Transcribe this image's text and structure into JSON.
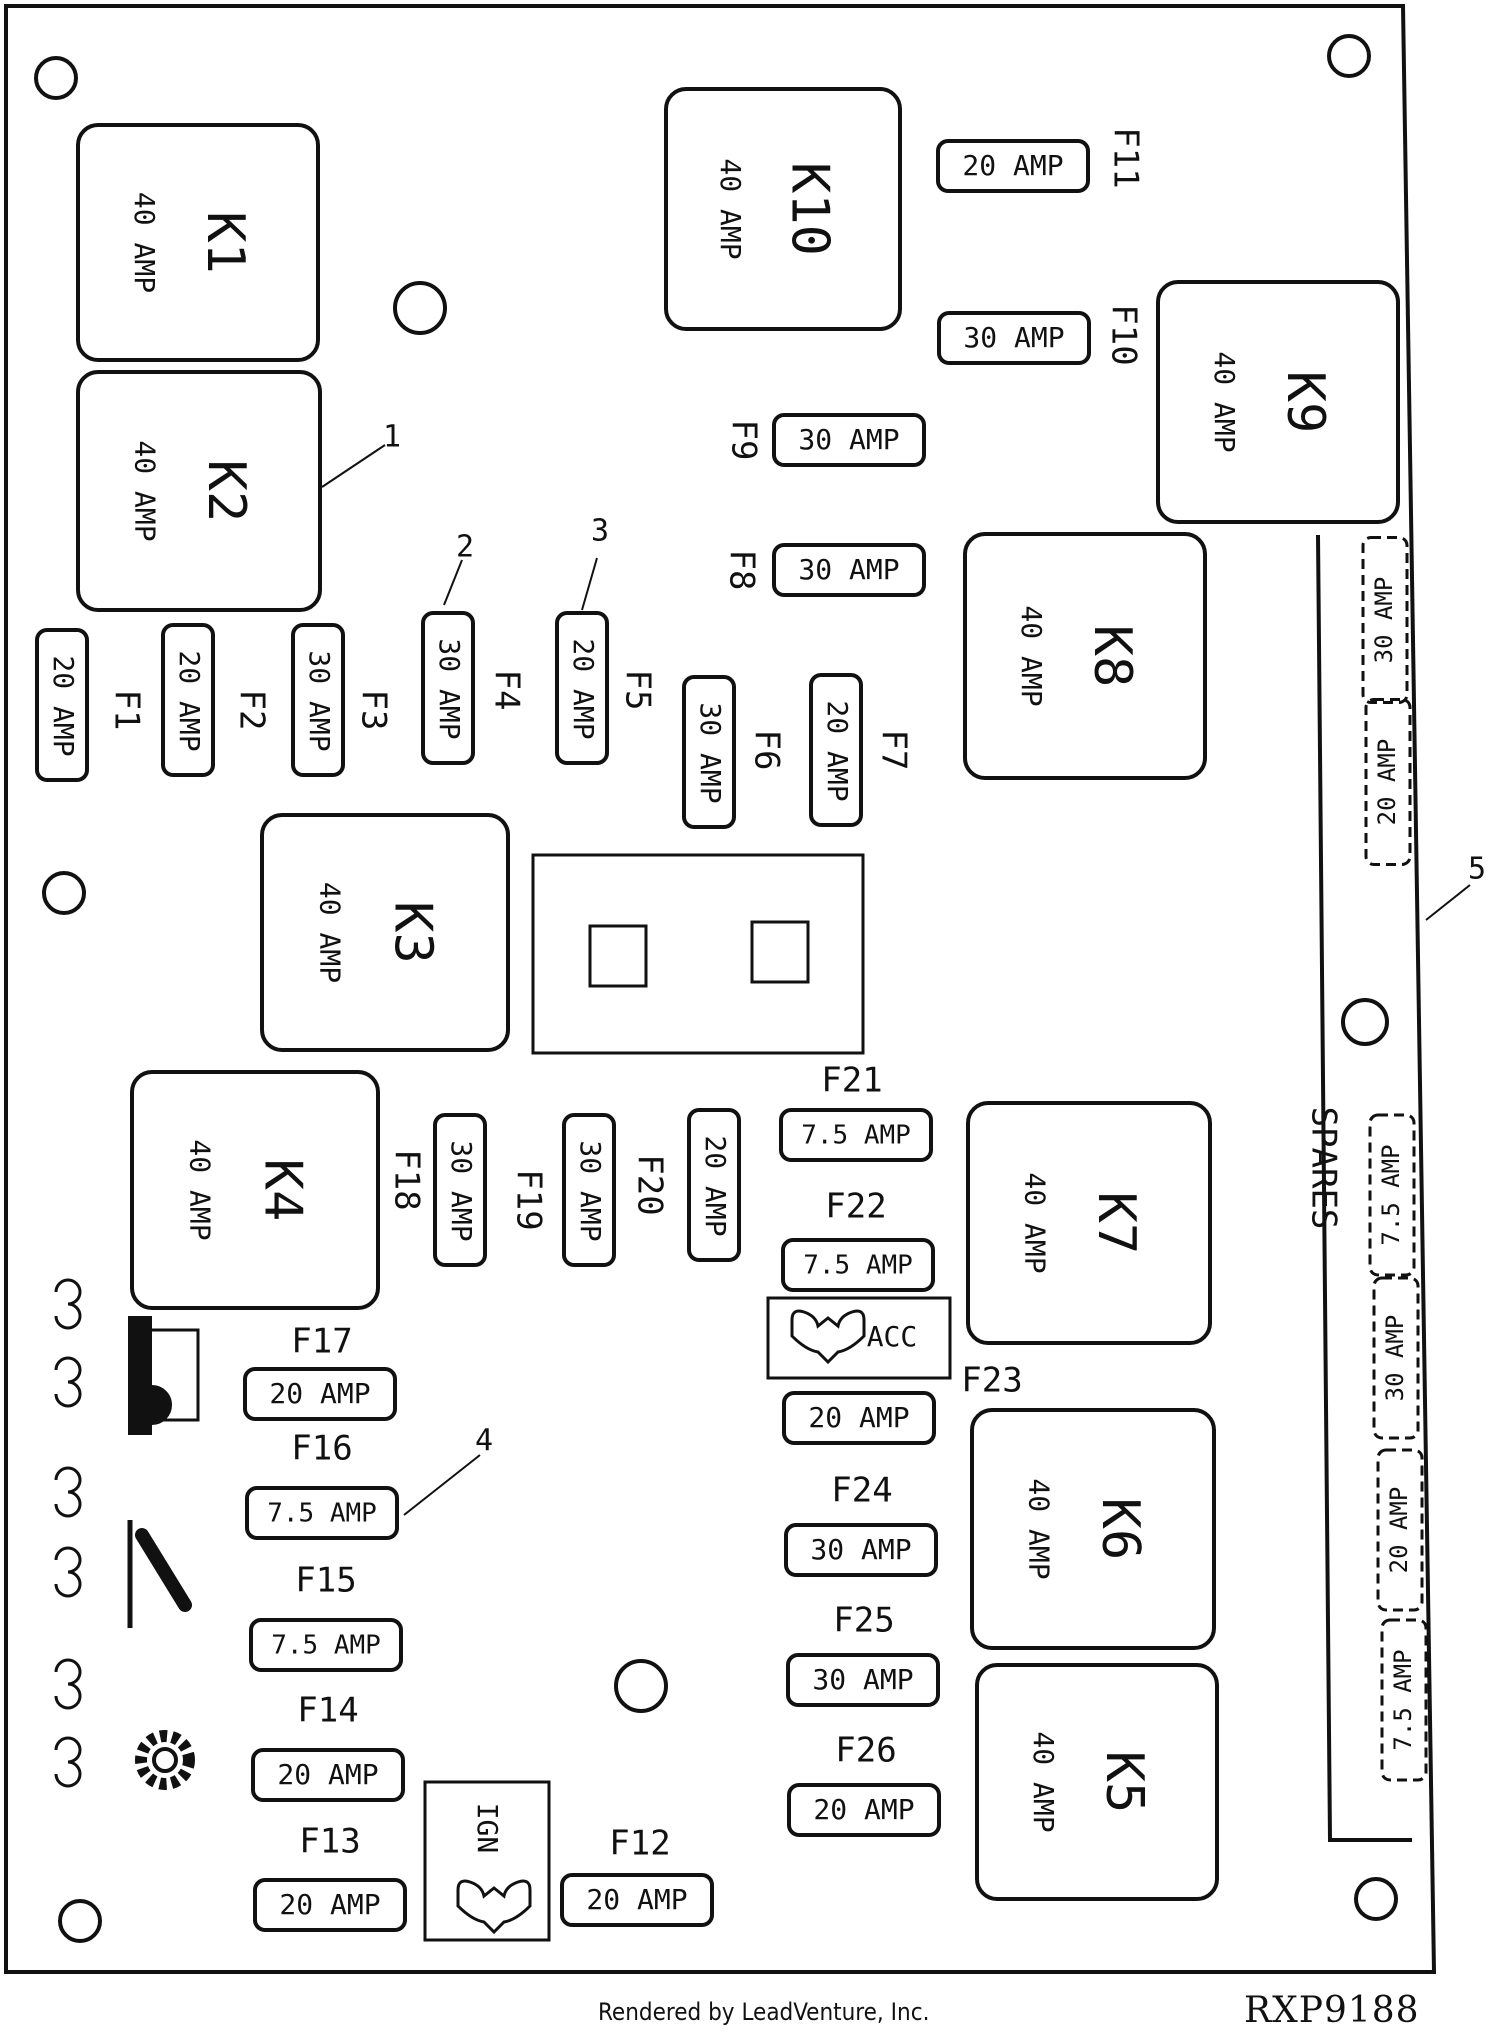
{
  "relays": [
    {
      "id": "K1",
      "rating": "40 AMP"
    },
    {
      "id": "K2",
      "rating": "40 AMP"
    },
    {
      "id": "K3",
      "rating": "40 AMP"
    },
    {
      "id": "K4",
      "rating": "40 AMP"
    },
    {
      "id": "K5",
      "rating": "40 AMP"
    },
    {
      "id": "K6",
      "rating": "40 AMP"
    },
    {
      "id": "K7",
      "rating": "40 AMP"
    },
    {
      "id": "K8",
      "rating": "40 AMP"
    },
    {
      "id": "K9",
      "rating": "40 AMP"
    },
    {
      "id": "K10",
      "rating": "40 AMP"
    }
  ],
  "fuses": [
    {
      "id": "F1",
      "rating": "20 AMP"
    },
    {
      "id": "F2",
      "rating": "20 AMP"
    },
    {
      "id": "F3",
      "rating": "30 AMP"
    },
    {
      "id": "F4",
      "rating": "30 AMP"
    },
    {
      "id": "F5",
      "rating": "20 AMP"
    },
    {
      "id": "F6",
      "rating": "30 AMP"
    },
    {
      "id": "F7",
      "rating": "20 AMP"
    },
    {
      "id": "F8",
      "rating": "30 AMP"
    },
    {
      "id": "F9",
      "rating": "30 AMP"
    },
    {
      "id": "F10",
      "rating": "30 AMP"
    },
    {
      "id": "F11",
      "rating": "20 AMP"
    },
    {
      "id": "F12",
      "rating": "20 AMP"
    },
    {
      "id": "F13",
      "rating": "20 AMP"
    },
    {
      "id": "F14",
      "rating": "20 AMP"
    },
    {
      "id": "F15",
      "rating": "7.5 AMP"
    },
    {
      "id": "F16",
      "rating": "7.5 AMP"
    },
    {
      "id": "F17",
      "rating": "20 AMP"
    },
    {
      "id": "F18",
      "rating": "30 AMP"
    },
    {
      "id": "F19",
      "rating": "30 AMP"
    },
    {
      "id": "F20",
      "rating": "20 AMP"
    },
    {
      "id": "F21",
      "rating": "7.5 AMP"
    },
    {
      "id": "F22",
      "rating": "7.5 AMP"
    },
    {
      "id": "F23",
      "rating": "20 AMP"
    },
    {
      "id": "F24",
      "rating": "30 AMP"
    },
    {
      "id": "F25",
      "rating": "30 AMP"
    },
    {
      "id": "F26",
      "rating": "20 AMP"
    }
  ],
  "spares": {
    "label": "SPARES",
    "items": [
      "30 AMP",
      "20 AMP",
      "7.5 AMP",
      "30 AMP",
      "20 AMP",
      "7.5 AMP"
    ]
  },
  "callouts": [
    "1",
    "2",
    "3",
    "4",
    "5"
  ],
  "terminals": {
    "acc": "ACC",
    "ign": "IGN"
  },
  "footer": {
    "rendered_by": "Rendered by LeadVenture, Inc.",
    "part_number": "RXP9188"
  },
  "colors": {
    "ink": "#111111",
    "paper": "#ffffff"
  }
}
